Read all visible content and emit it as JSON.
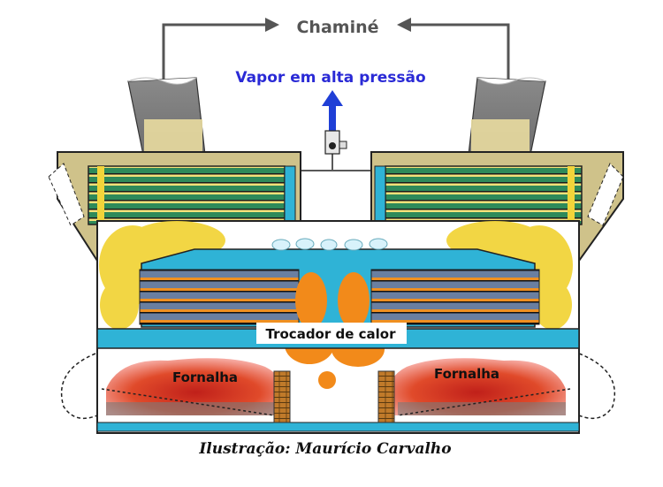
{
  "labels": {
    "chimney": "Chaminé",
    "steam": "Vapor em alta pressão",
    "heat_exchanger": "Trocador de calor",
    "furnace_left": "Fornalha",
    "furnace_right": "Fornalha",
    "credit": "Ilustração: Maurício Carvalho"
  },
  "colors": {
    "steam_label": "#2a2ad6",
    "steam_arrow": "#1f3fd6",
    "chimney_label": "#555555",
    "water": "#2fb3d6",
    "tubes": "#2e8a5a",
    "flue_gas": "#f2d43a",
    "flame": "#f28a1a",
    "fire": "#e03a1a",
    "housing": "#cfc28a",
    "brick": "#c07a2a"
  },
  "icons": [
    "chimney-duct-left",
    "chimney-duct-right",
    "steam-valve-icon",
    "up-arrow-icon",
    "arrow-right-icon",
    "arrow-left-icon"
  ]
}
